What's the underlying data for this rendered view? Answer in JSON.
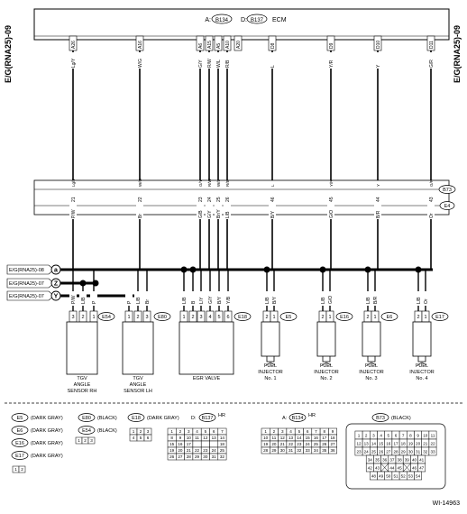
{
  "page_code": "E/G(RNA25)-09",
  "ecm": {
    "label": "A: B134  D: B137  ECM",
    "a": "A:",
    "a_id": "B134",
    "d": "D:",
    "d_id": "B137",
    "name": "ECM"
  },
  "ecm_pins": [
    "A26",
    "A16",
    "A6",
    "A15",
    "A5",
    "A10",
    "A20",
    "D8",
    "D9",
    "D10",
    "D11"
  ],
  "top_wires": [
    "Lg/Y",
    "W/G",
    "G/Y",
    "R/W",
    "W/L",
    "R/B",
    "L",
    "Y/R",
    "Y",
    "G/R"
  ],
  "b73": {
    "id": "B73",
    "pins": [
      "21",
      "22",
      "23",
      "24",
      "25",
      "26",
      "46",
      "45",
      "44",
      "43"
    ]
  },
  "e4": {
    "id": "E4"
  },
  "lower_wires": [
    "P/W",
    "Br",
    "G/B",
    "G/Y",
    "Br/Y",
    "L/B",
    "B/Y",
    "G/O",
    "B/R",
    "Or"
  ],
  "splice_refs": [
    "E/G(RNA25)-08",
    "E/G(RNA25)-07",
    "E/G(RNA25)-07"
  ],
  "splice_letters": [
    "a",
    "Z",
    "Y"
  ],
  "components": [
    {
      "conn": "E54",
      "name1": "TGV",
      "name2": "ANGLE",
      "name3": "SENSOR RH",
      "pins": [
        "3",
        "2",
        "1"
      ],
      "wires": [
        "P/W",
        "L/B",
        "P"
      ]
    },
    {
      "conn": "E80",
      "name1": "TGV",
      "name2": "ANGLE",
      "name3": "SENSOR LH",
      "pins": [
        "1",
        "2",
        "3"
      ],
      "wires": [
        "P",
        "L/B",
        "Br"
      ]
    },
    {
      "conn": "E18",
      "name1": "EGR VALVE",
      "name2": "",
      "name3": "",
      "pins": [
        "1",
        "2",
        "3",
        "4",
        "5",
        "6"
      ],
      "wires": [
        "L/B",
        "B",
        "L/Y",
        "G/Y",
        "B/Y",
        "Y/B"
      ]
    },
    {
      "conn": "E5",
      "name1": "FUEL",
      "name2": "INJECTOR",
      "name3": "No. 1",
      "pins": [
        "2",
        "1"
      ],
      "wires": [
        "L/B",
        "B/Y"
      ]
    },
    {
      "conn": "E16",
      "name1": "FUEL",
      "name2": "INJECTOR",
      "name3": "No. 2",
      "pins": [
        "2",
        "1"
      ],
      "wires": [
        "L/B",
        "G/O"
      ]
    },
    {
      "conn": "E6",
      "name1": "FUEL",
      "name2": "INJECTOR",
      "name3": "No. 3",
      "pins": [
        "2",
        "1"
      ],
      "wires": [
        "L/B",
        "B/R"
      ]
    },
    {
      "conn": "E17",
      "name1": "FUEL",
      "name2": "INJECTOR",
      "name3": "No. 4",
      "pins": [
        "2",
        "1"
      ],
      "wires": [
        "L/B",
        "Or"
      ]
    }
  ],
  "legend": {
    "e5": "E5",
    "e6": "E6",
    "e16": "E16",
    "e17": "E17",
    "gray": "(DARK GRAY)",
    "e80": "E80",
    "e54": "E54",
    "black": "(BLACK)",
    "e18": "E18",
    "e18_color": "(DARK GRAY)",
    "d": "D:",
    "b137": "B137",
    "hr": "HR",
    "a": "A:",
    "b134": "B134",
    "hr2": "HR",
    "b73": "B73",
    "b73_color": "(BLACK)",
    "small_pins": [
      "1",
      "2"
    ],
    "e54_pins": [
      "1",
      "2",
      "3"
    ],
    "e18_pins": [
      "1",
      "2",
      "3",
      "4",
      "5",
      "6"
    ],
    "b137_rows": [
      [
        "1",
        "2",
        "3",
        "4",
        "5",
        "6",
        "7"
      ],
      [
        "8",
        "9",
        "10",
        "11",
        "12",
        "13",
        "14"
      ],
      [
        "15",
        "16",
        "17",
        "",
        "",
        "",
        "18"
      ],
      [
        "19",
        "20",
        "21",
        "22",
        "23",
        "24",
        "25"
      ],
      [
        "26",
        "27",
        "28",
        "29",
        "30",
        "31",
        "32"
      ]
    ],
    "b134_rows": [
      [
        "1",
        "2",
        "3",
        "4",
        "5",
        "6",
        "7",
        "8",
        "9"
      ],
      [
        "10",
        "11",
        "12",
        "13",
        "14",
        "15",
        "16",
        "17",
        "18"
      ],
      [
        "19",
        "20",
        "21",
        "22",
        "23",
        "24",
        "25",
        "26",
        "27"
      ],
      [
        "28",
        "29",
        "30",
        "31",
        "32",
        "33",
        "34",
        "35",
        "36"
      ]
    ],
    "b73_rows": [
      [
        "1",
        "2",
        "3",
        "4",
        "5",
        "6",
        "7",
        "8",
        "9",
        "10",
        "11"
      ],
      [
        "12",
        "13",
        "14",
        "15",
        "16",
        "17",
        "18",
        "19",
        "20",
        "21",
        "22"
      ],
      [
        "23",
        "24",
        "25",
        "26",
        "27",
        "28",
        "29",
        "30",
        "31",
        "32",
        "33"
      ],
      [
        "34",
        "35",
        "36",
        "37",
        "38",
        "39",
        "40",
        "41"
      ],
      [
        "42",
        "43",
        "",
        "44",
        "45",
        "",
        "46",
        "47"
      ],
      [
        "48",
        "49",
        "50",
        "51",
        "52",
        "53",
        "54"
      ]
    ]
  },
  "figure_id": "WI-14963"
}
